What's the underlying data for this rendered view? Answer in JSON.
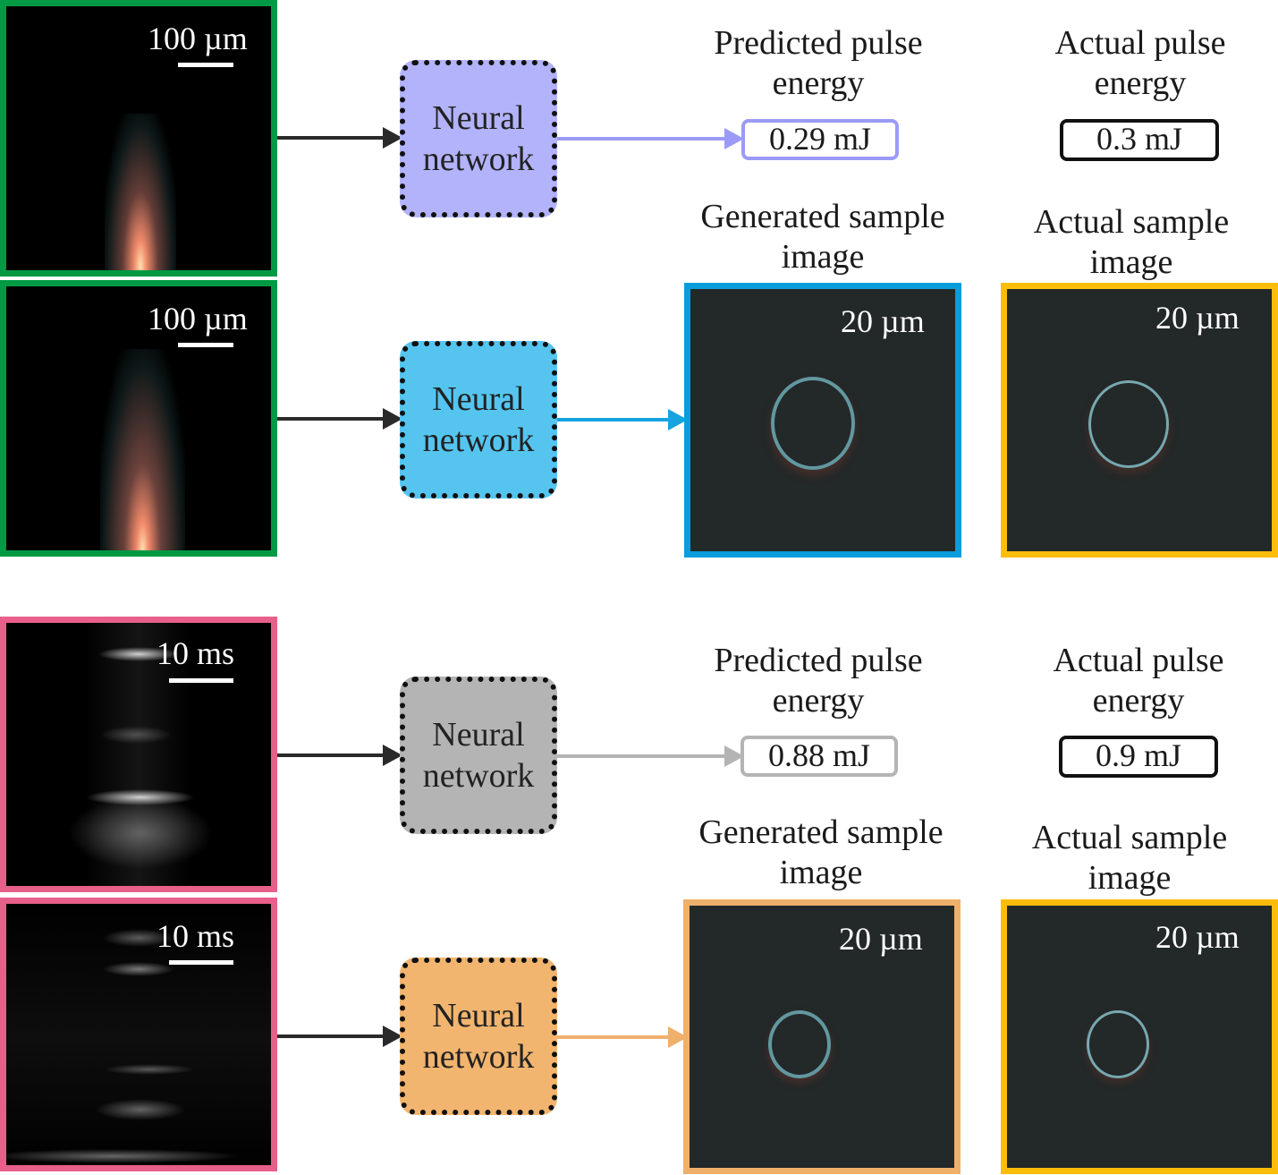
{
  "colors": {
    "green_frame": "#009a44",
    "pink_frame": "#e8608a",
    "blue_nn": "#b3b3fb",
    "blue_arrow": "#9b9bf7",
    "cyan_nn": "#55c5f0",
    "cyan_arrow": "#16a3e0",
    "gray_nn": "#b3b4b3",
    "gray_arrow": "#b3b4b3",
    "orange_nn": "#f2b570",
    "orange_arrow": "#efb06c",
    "actual_frame": "#fbbd0a"
  },
  "top_section": {
    "inputs": [
      {
        "scale_label": "100 µm",
        "kind": "plasma-plume image"
      },
      {
        "scale_label": "100 µm",
        "kind": "plasma-plume image"
      }
    ],
    "networks": [
      {
        "label_line1": "Neural",
        "label_line2": "network"
      },
      {
        "label_line1": "Neural",
        "label_line2": "network"
      }
    ],
    "predicted_energy": {
      "title_line1": "Predicted pulse",
      "title_line2": "energy",
      "value": "0.29 mJ"
    },
    "actual_energy": {
      "title_line1": "Actual pulse",
      "title_line2": "energy",
      "value": "0.3 mJ"
    },
    "generated_image": {
      "title_line1": "Generated sample",
      "title_line2": "image",
      "scale_label": "20 µm"
    },
    "actual_image": {
      "title_line1": "Actual sample",
      "title_line2": "image",
      "scale_label": "20 µm"
    }
  },
  "bottom_section": {
    "inputs": [
      {
        "scale_label": "10 ms",
        "kind": "acoustic spectrogram"
      },
      {
        "scale_label": "10 ms",
        "kind": "acoustic spectrogram"
      }
    ],
    "networks": [
      {
        "label_line1": "Neural",
        "label_line2": "network"
      },
      {
        "label_line1": "Neural",
        "label_line2": "network"
      }
    ],
    "predicted_energy": {
      "title_line1": "Predicted pulse",
      "title_line2": "energy",
      "value": "0.88 mJ"
    },
    "actual_energy": {
      "title_line1": "Actual pulse",
      "title_line2": "energy",
      "value": "0.9 mJ"
    },
    "generated_image": {
      "title_line1": "Generated sample",
      "title_line2": "image",
      "scale_label": "20 µm"
    },
    "actual_image": {
      "title_line1": "Actual sample",
      "title_line2": "image",
      "scale_label": "20 µm"
    }
  }
}
